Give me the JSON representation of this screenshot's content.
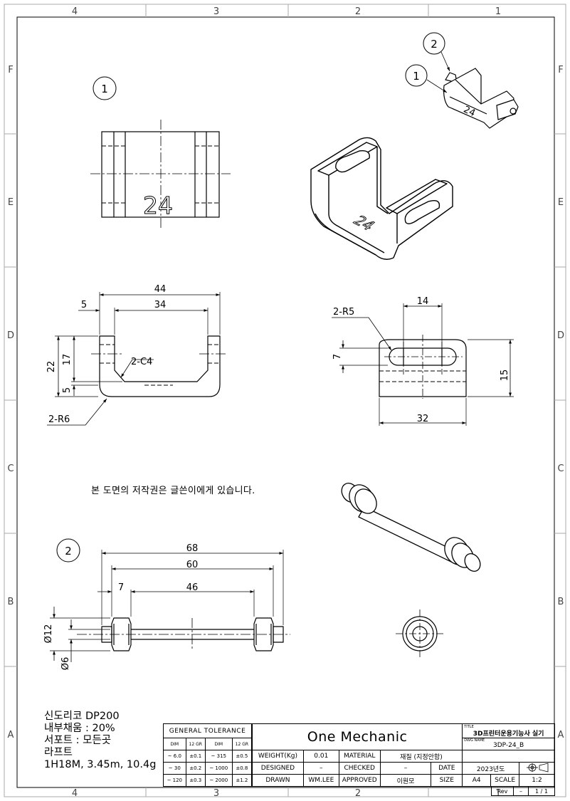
{
  "frame": {
    "col_labels": [
      "4",
      "3",
      "2",
      "1"
    ],
    "row_labels": [
      "F",
      "E",
      "D",
      "C",
      "B",
      "A"
    ]
  },
  "part1": {
    "balloon": "1",
    "top_view_text": "24",
    "iso_text": "24",
    "front_dims": {
      "d44": "44",
      "d34": "34",
      "d5": "5",
      "d22": "22",
      "d17": "17",
      "d5b": "5",
      "chamfer": "2-C4",
      "radius": "2-R6"
    },
    "side_dims": {
      "d14": "14",
      "d7": "7",
      "d15": "15",
      "d32": "32",
      "slot_radius": "2-R5"
    }
  },
  "part2": {
    "balloon": "2",
    "dims": {
      "d68": "68",
      "d60": "60",
      "d7": "7",
      "d46": "46",
      "dia12": "Ø12",
      "dia6": "Ø6"
    }
  },
  "assembly": {
    "balloon1": "1",
    "balloon2": "2",
    "text": "24"
  },
  "copyright": "본 도면의 저작권은 글쓴이에게 있습니다.",
  "notes": [
    "신도리코 DP200",
    "내부채움 : 20%",
    "서포트 : 모든곳",
    "라프트",
    "1H18M, 3.45m, 10.4g"
  ],
  "title_block": {
    "general_tolerance": "GENERAL TOLERANCE",
    "tol_headers": [
      "DIM",
      "12 GR",
      "DIM",
      "12 GR"
    ],
    "tol_rows": [
      [
        "~ 6.0",
        "±0.1",
        "~ 315",
        "±0.5"
      ],
      [
        "~ 30",
        "±0.2",
        "~ 1000",
        "±0.8"
      ],
      [
        "~ 120",
        "±0.3",
        "~ 2000",
        "±1.2"
      ]
    ],
    "company": "One Mechanic",
    "title_label": "TITLE",
    "title": "3D프린터운용기능사 실기",
    "dwg_name_label": "DWG NAME",
    "dwg_name": "3DP-24_B",
    "weight_label": "WEIGHT(Kg)",
    "weight": "0.01",
    "material_label": "MATERIAL",
    "material": "재질 (지정안함)",
    "designed_label": "DESIGNED",
    "designed": "–",
    "checked_label": "CHECKED",
    "checked": "–",
    "date_label": "DATE",
    "date": "2023년도",
    "drawn_label": "DRAWN",
    "drawn": "WM.LEE",
    "approved_label": "APPROVED",
    "approved": "이원모",
    "size_label": "SIZE",
    "size": "A4",
    "scale_label": "SCALE",
    "scale": "1:2",
    "rev_label": "Rev",
    "rev": "–",
    "sheet": "1 / 1"
  }
}
